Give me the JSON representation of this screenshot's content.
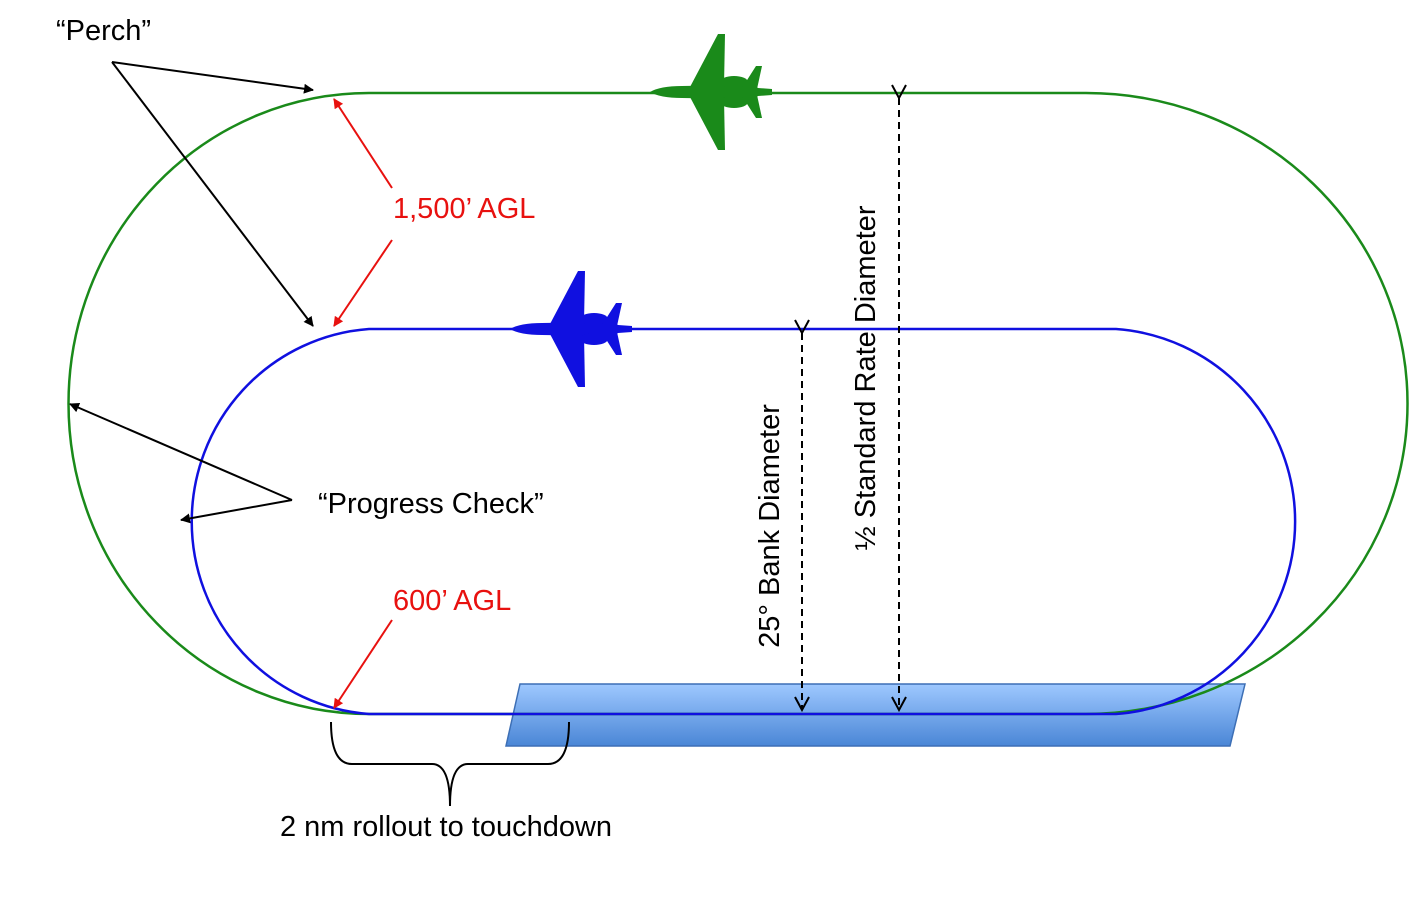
{
  "labels": {
    "perch": "“Perch”",
    "altitude_high": "1,500’ AGL",
    "progress_check": "“Progress Check”",
    "altitude_low": "600’ AGL",
    "std_rate_diameter": "½ Standard Rate Diameter",
    "bank_diameter": "25° Bank Diameter",
    "rollout": "2 nm rollout to touchdown"
  },
  "colors": {
    "outer_pattern": "#1a8a1a",
    "inner_pattern": "#1010e0",
    "callout_red": "#e8110f",
    "runway_top": "#9ec8ff",
    "runway_bottom": "#4a86d6",
    "runway_edge": "#3d6fb5",
    "callout_black": "#000000"
  },
  "icons": {
    "outer_aircraft": "airplane-icon",
    "inner_aircraft": "airplane-icon"
  }
}
